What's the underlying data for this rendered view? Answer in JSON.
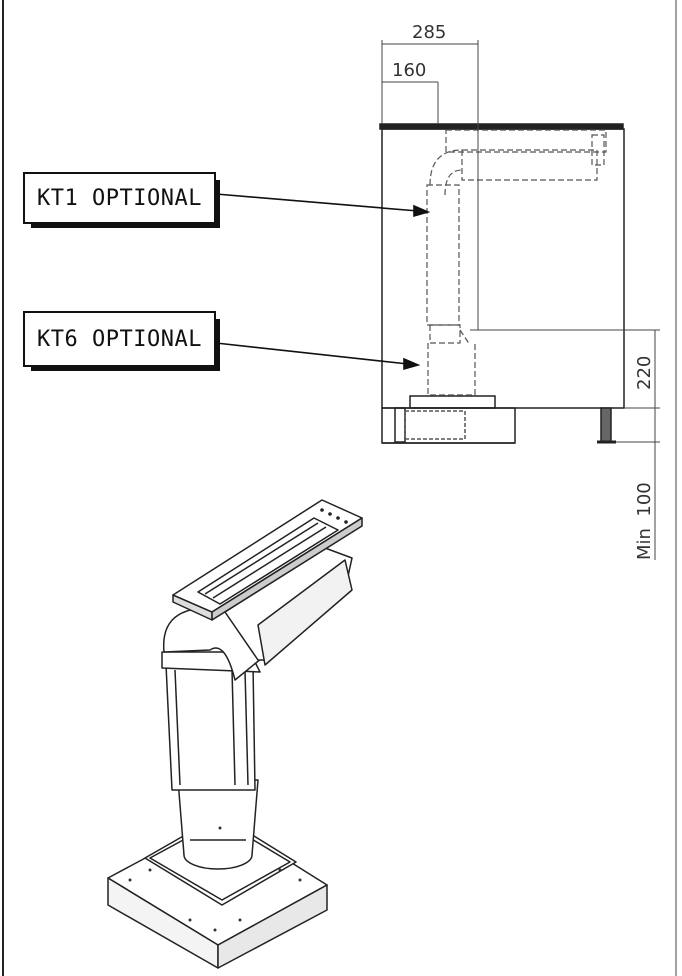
{
  "labels": {
    "kt1": "KT1 OPTIONAL",
    "kt6": "KT6 OPTIONAL"
  },
  "dimensions": {
    "overall_width": "285",
    "inner_width": "160",
    "lower_height": "220",
    "min_plinth": "Min  100"
  },
  "colors": {
    "line": "#111111",
    "dashed": "#555555"
  }
}
